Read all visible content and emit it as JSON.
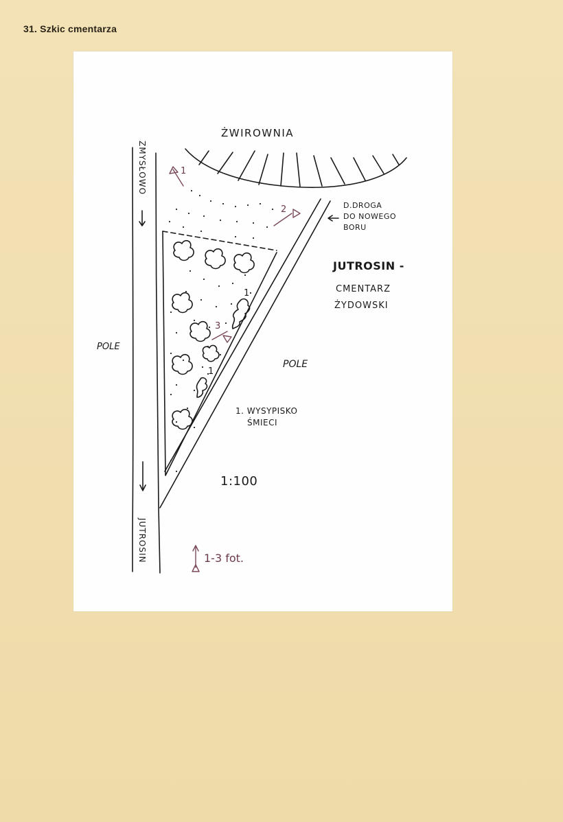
{
  "page": {
    "title": "31. Szkic cmentarza"
  },
  "sketch": {
    "top_label": "ŻWIROWNIA",
    "road_top": "ZMYSŁOWO",
    "road_bottom": "JUTROSIN",
    "field_left": "POLE",
    "field_right": "POLE",
    "road_note_line1": "D.DROGA",
    "road_note_line2": "DO NOWEGO",
    "road_note_line3": "BORU",
    "site_title": "JUTROSIN -",
    "site_sub_line1": "CMENTARZ",
    "site_sub_line2": "ŻYDOWSKI",
    "dump_line1": "1. WYSYPISKO",
    "dump_line2": "ŚMIECI",
    "scale": "1:100",
    "photo_legend": "1-3 fot.",
    "photo_markers": [
      "1",
      "2",
      "3"
    ],
    "dump_markers": [
      "1",
      "1"
    ]
  },
  "colors": {
    "paper": "#f1dfb2",
    "sheet": "#fefefe",
    "ink": "#1a1a1a",
    "photo_ink": "#7a4a5a"
  }
}
